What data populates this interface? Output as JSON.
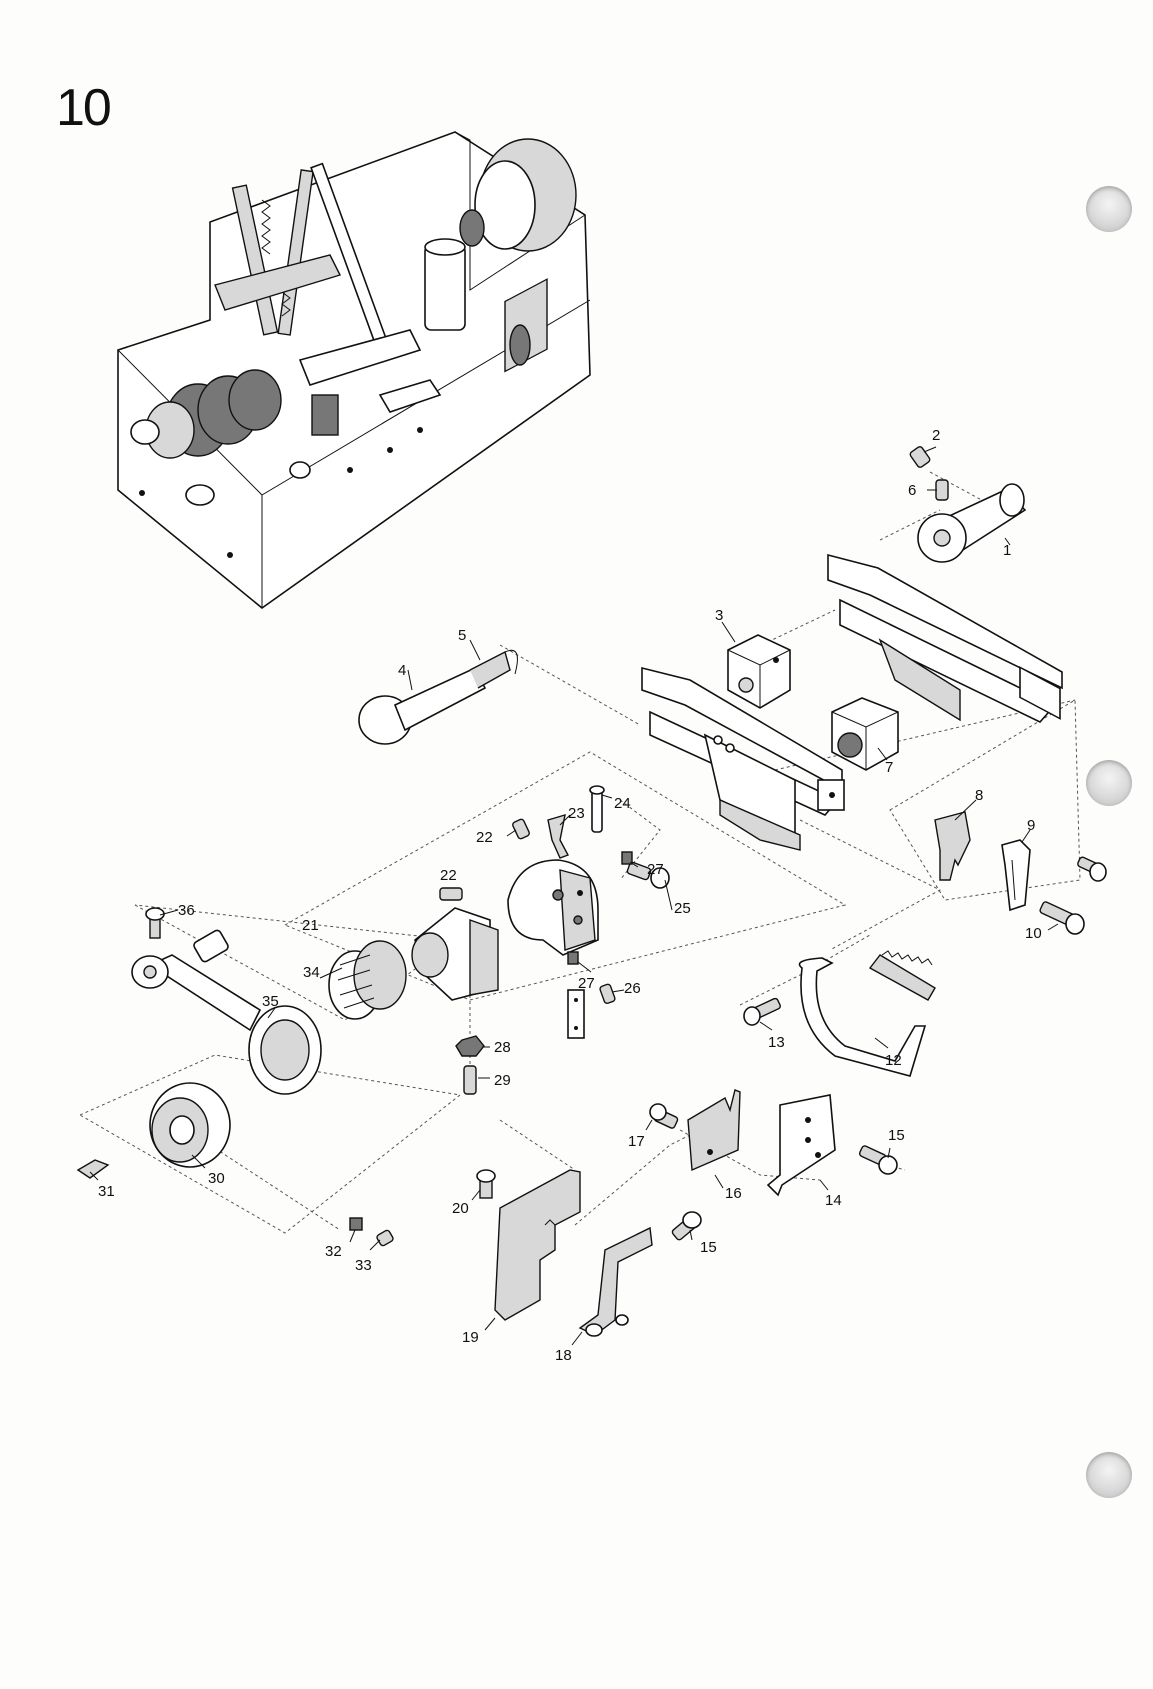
{
  "page": {
    "number": "10"
  },
  "callouts": [
    {
      "n": "1"
    },
    {
      "n": "2"
    },
    {
      "n": "3"
    },
    {
      "n": "4"
    },
    {
      "n": "5"
    },
    {
      "n": "6"
    },
    {
      "n": "7"
    },
    {
      "n": "8"
    },
    {
      "n": "9"
    },
    {
      "n": "10"
    },
    {
      "n": "12"
    },
    {
      "n": "13"
    },
    {
      "n": "14"
    },
    {
      "n": "15"
    },
    {
      "n": "15"
    },
    {
      "n": "16"
    },
    {
      "n": "17"
    },
    {
      "n": "18"
    },
    {
      "n": "19"
    },
    {
      "n": "20"
    },
    {
      "n": "21"
    },
    {
      "n": "22"
    },
    {
      "n": "22"
    },
    {
      "n": "23"
    },
    {
      "n": "24"
    },
    {
      "n": "25"
    },
    {
      "n": "26"
    },
    {
      "n": "27"
    },
    {
      "n": "27"
    },
    {
      "n": "28"
    },
    {
      "n": "29"
    },
    {
      "n": "30"
    },
    {
      "n": "31"
    },
    {
      "n": "32"
    },
    {
      "n": "33"
    },
    {
      "n": "34"
    },
    {
      "n": "35"
    },
    {
      "n": "36"
    }
  ]
}
